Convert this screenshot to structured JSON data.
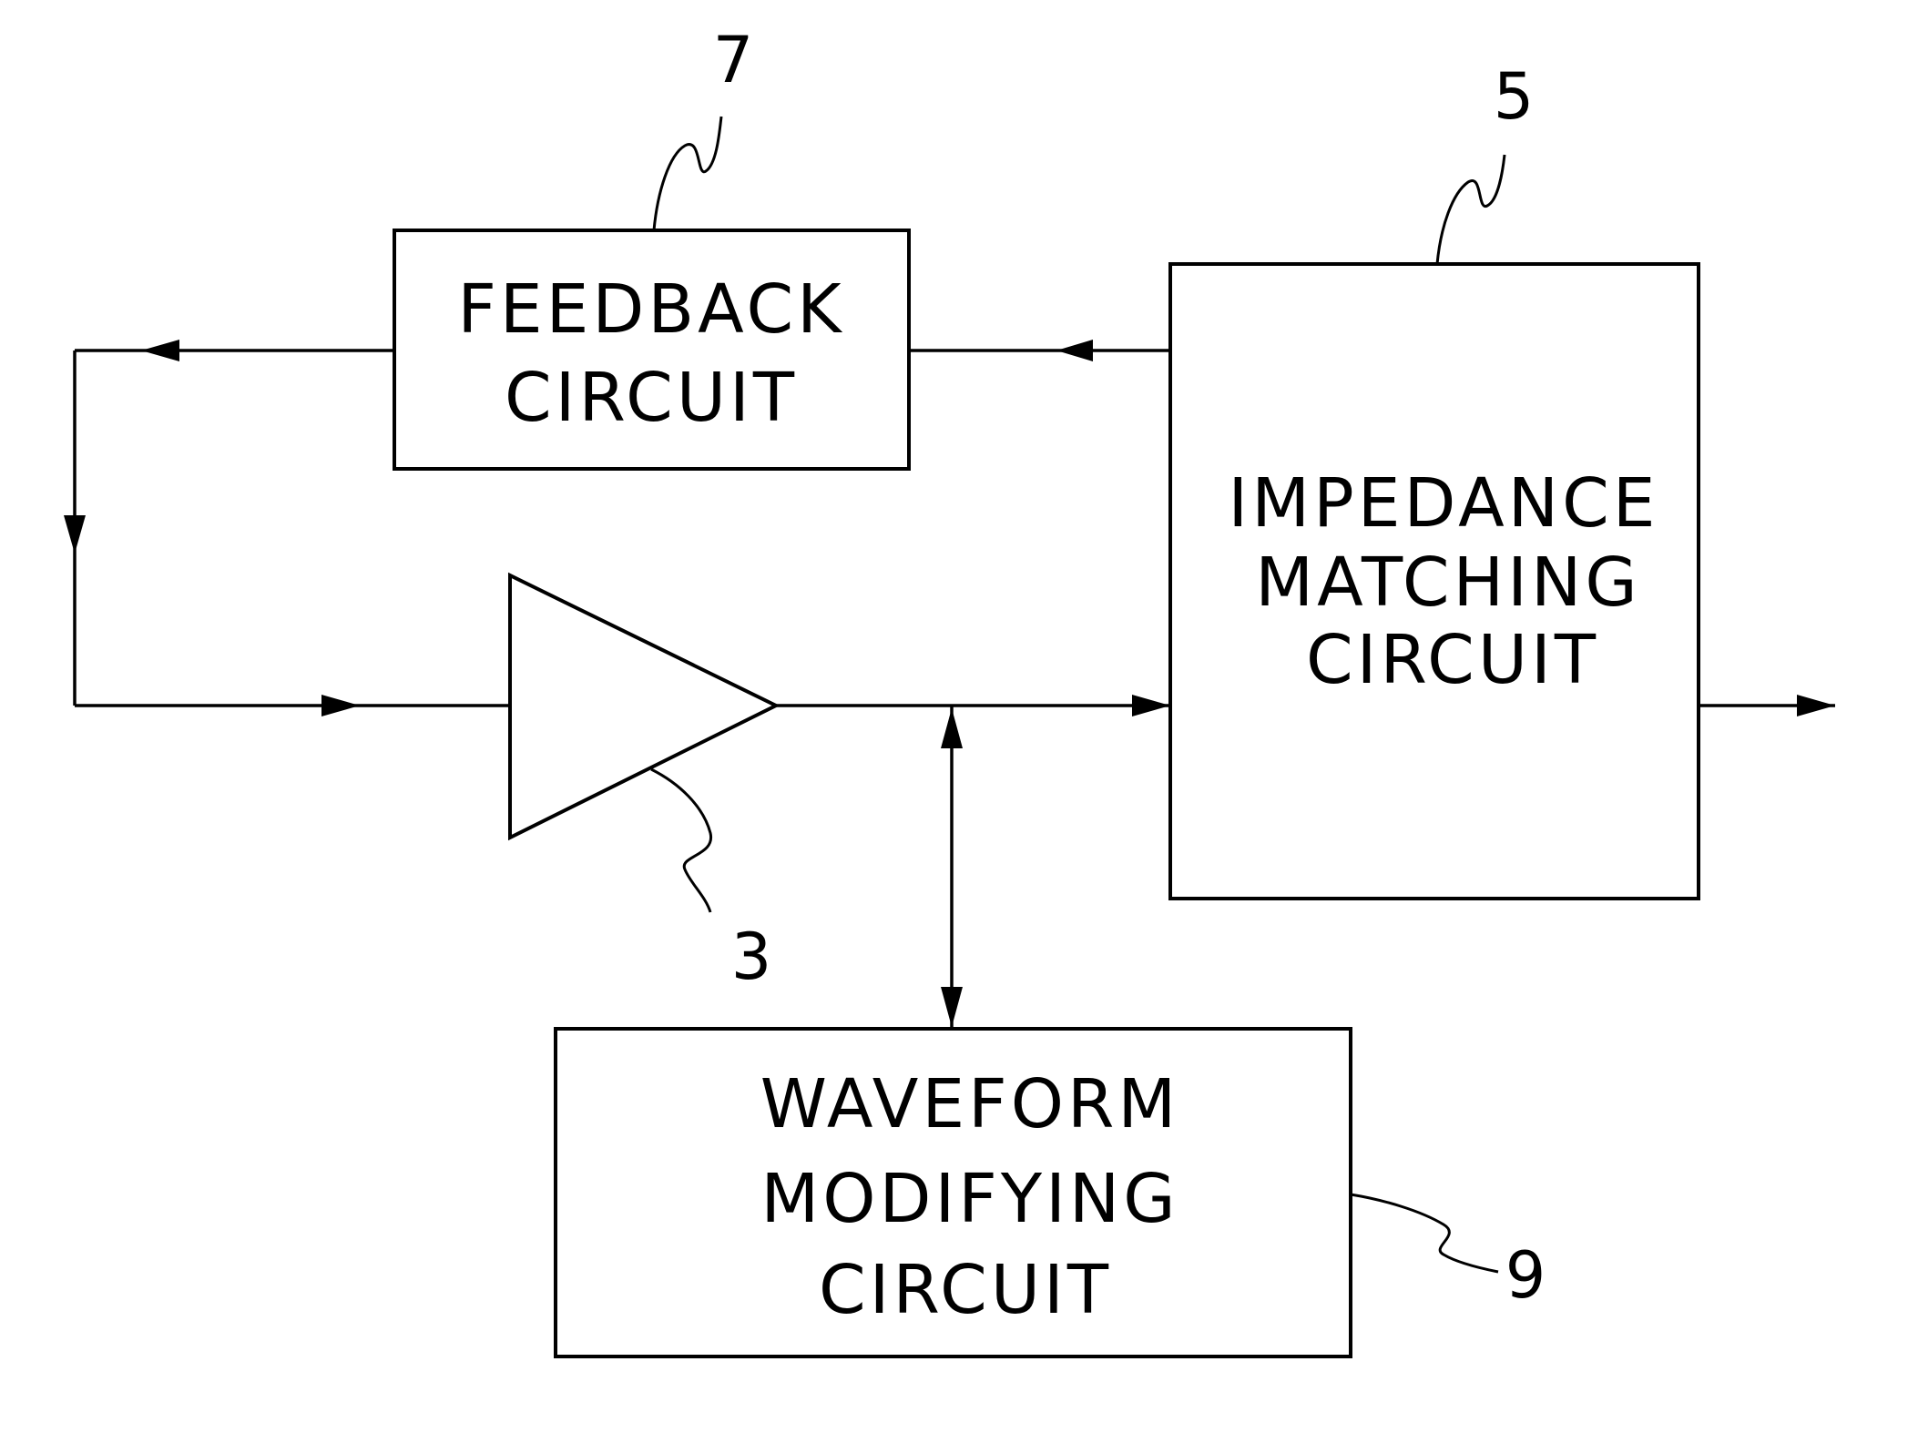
{
  "blocks": {
    "feedback": {
      "ref": "7",
      "lines": [
        "FEEDBACK",
        "CIRCUIT"
      ]
    },
    "impedance": {
      "ref": "5",
      "lines": [
        "IMPEDANCE",
        "MATCHING",
        "CIRCUIT"
      ]
    },
    "amplifier": {
      "ref": "3"
    },
    "waveform": {
      "ref": "9",
      "lines": [
        "WAVEFORM",
        "MODIFYING",
        "CIRCUIT"
      ]
    }
  }
}
